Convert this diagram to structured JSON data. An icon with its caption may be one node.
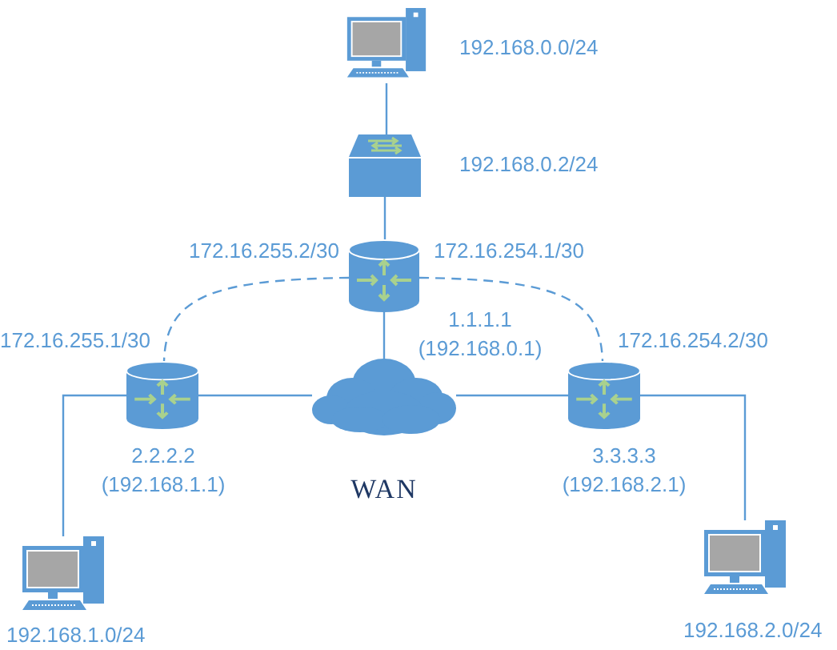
{
  "diagram": {
    "nodes": [
      {
        "text": [],
        "shape": "computer",
        "beside": [
          "192.168.0.0/24"
        ]
      },
      {
        "text": [],
        "shape": "switch",
        "beside": [
          "192.168.0.2/24"
        ]
      },
      {
        "text": [],
        "shape": "cylinder",
        "beside": [
          "172.16.255.2/30",
          "172.16.254.1/30",
          "1.1.1.1 (192.168.0.1)"
        ]
      },
      {
        "text": [],
        "shape": "cylinder",
        "beside": [
          "172.16.255.1/30",
          "2.2.2.2 (192.168.1.1)"
        ]
      },
      {
        "text": [],
        "shape": "cloud",
        "beside": [
          "WAN"
        ]
      },
      {
        "text": [],
        "shape": "cylinder",
        "beside": [
          "172.16.254.2/30",
          "3.3.3.3 (192.168.2.1)"
        ]
      },
      {
        "text": [],
        "shape": "computer",
        "beside": [
          "192.168.1.0/24"
        ]
      },
      {
        "text": [],
        "shape": "computer",
        "beside": [
          "192.168.2.0/24"
        ]
      }
    ],
    "edges": [
      {
        "from": 0,
        "to": 1,
        "arrow": "none"
      },
      {
        "from": 1,
        "to": 2,
        "arrow": "none"
      },
      {
        "from": 2,
        "to": 4,
        "arrow": "none"
      },
      {
        "from": 3,
        "to": 4,
        "arrow": "none"
      },
      {
        "from": 4,
        "to": 5,
        "arrow": "none"
      },
      {
        "from": 3,
        "to": 6,
        "arrow": "none"
      },
      {
        "from": 5,
        "to": 7,
        "arrow": "none"
      },
      {
        "from": 2,
        "to": 3,
        "arrow": "none",
        "style": "dashed"
      },
      {
        "from": 2,
        "to": 5,
        "arrow": "none",
        "style": "dashed"
      }
    ]
  }
}
